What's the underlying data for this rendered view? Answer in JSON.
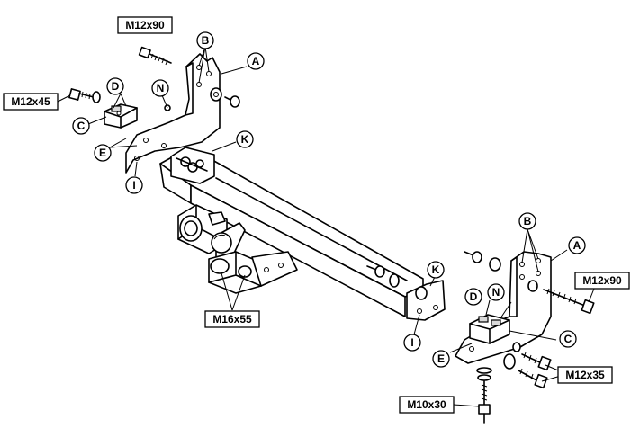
{
  "callouts": {
    "A": "A",
    "B": "B",
    "C": "C",
    "D": "D",
    "E": "E",
    "I": "I",
    "K": "K",
    "N": "N"
  },
  "bolt_sizes": {
    "m12x90": "M12x90",
    "m12x45": "M12x45",
    "m16x55": "M16x55",
    "m12x35": "M12x35",
    "m10x30": "M10x30"
  }
}
